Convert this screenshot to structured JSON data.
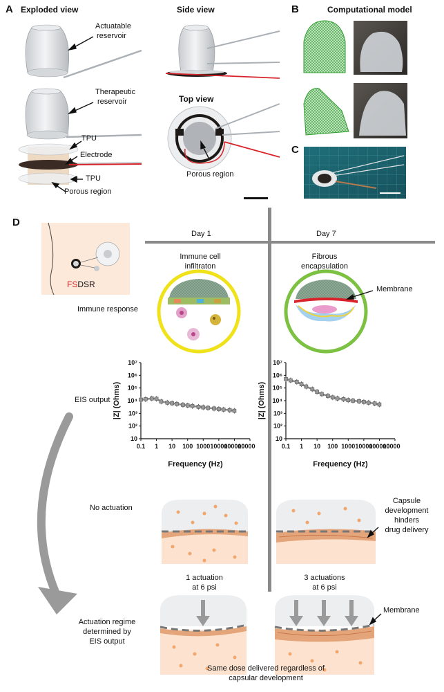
{
  "panel_a": {
    "letter": "A",
    "exploded_title": "Exploded view",
    "side_title": "Side view",
    "top_title": "Top view",
    "labels": {
      "actuatable_1": "Actuatable",
      "actuatable_2": "reservoir",
      "therapeutic_1": "Therapeutic",
      "therapeutic_2": "reservoir",
      "tpu_top": "TPU",
      "electrode": "Electrode",
      "tpu_bottom": "TPU",
      "porous_region": "Porous region",
      "porous_region_top": "Porous region"
    }
  },
  "panel_b": {
    "letter": "B",
    "title": "Computational model"
  },
  "panel_c": {
    "letter": "C"
  },
  "panel_d": {
    "letter": "D",
    "fsdsr_fs": "FS",
    "fsdsr_dsr": "DSR",
    "day1": "Day 1",
    "day7": "Day 7",
    "immune_1": "Immune cell",
    "immune_2": "infiltraton",
    "fibrous_1": "Fibrous",
    "fibrous_2": "encapsulation",
    "membrane_top": "Membrane",
    "immune_response": "Immune response",
    "eis_output": "EIS output",
    "no_actuation": "No actuation",
    "capsule_1": "Capsule",
    "capsule_2": "development",
    "capsule_3": "hinders",
    "capsule_4": "drug delivery",
    "act1_1": "1 actuation",
    "act1_2": "at 6 psi",
    "act3_1": "3 actuations",
    "act3_2": "at 6 psi",
    "regime_1": "Actuation regime",
    "regime_2": "determined by",
    "regime_3": "EIS output",
    "membrane_bottom": "Membrane",
    "same_dose_1": "Same dose delivered regardless of",
    "same_dose_2": "capsular development"
  },
  "colors": {
    "red_wire": "#d8232a",
    "yellow_ring": "#f0e21a",
    "green_ring": "#7cc142",
    "mesh_green": "#2f9e2f",
    "tissue": "#fde3cf",
    "grey_marker": "#888888"
  },
  "chart_data": [
    {
      "type": "scatter",
      "title": "",
      "xlabel": "Frequency (Hz)",
      "ylabel": "|Z| (Ohms)",
      "x_scale": "log",
      "y_scale": "log",
      "xlim": [
        0.1,
        1000000
      ],
      "ylim": [
        10,
        10000000
      ],
      "x_ticks": [
        "0.1",
        "1",
        "10",
        "100",
        "1000",
        "10000",
        "100000",
        "1000000"
      ],
      "y_ticks": [
        "10",
        "10²",
        "10³",
        "10⁴",
        "10⁵",
        "10⁶",
        "10⁷"
      ],
      "x": [
        0.1,
        0.2,
        0.5,
        1,
        2,
        5,
        10,
        20,
        50,
        100,
        200,
        500,
        1000,
        2000,
        5000,
        10000,
        20000,
        50000,
        100000
      ],
      "y": [
        12000,
        13000,
        15000,
        14000,
        8500,
        7000,
        6300,
        5500,
        4700,
        4200,
        3800,
        3300,
        3000,
        2700,
        2400,
        2200,
        2000,
        1800,
        1600
      ]
    },
    {
      "type": "scatter",
      "title": "",
      "xlabel": "Frequency (Hz)",
      "ylabel": "|Z| (Ohms)",
      "x_scale": "log",
      "y_scale": "log",
      "xlim": [
        0.1,
        1000000
      ],
      "ylim": [
        10,
        10000000
      ],
      "x_ticks": [
        "0.1",
        "1",
        "10",
        "100",
        "1000",
        "10000",
        "100000",
        "1000000"
      ],
      "y_ticks": [
        "10",
        "10²",
        "10³",
        "10⁴",
        "10⁵",
        "10⁶",
        "10⁷"
      ],
      "x": [
        0.1,
        0.2,
        0.5,
        1,
        2,
        5,
        10,
        20,
        50,
        100,
        200,
        500,
        1000,
        2000,
        5000,
        10000,
        20000,
        50000,
        100000
      ],
      "y": [
        500000,
        400000,
        300000,
        200000,
        130000,
        80000,
        50000,
        33000,
        24000,
        18000,
        15000,
        13000,
        11000,
        10000,
        9000,
        8000,
        7000,
        6000,
        5000
      ]
    }
  ]
}
